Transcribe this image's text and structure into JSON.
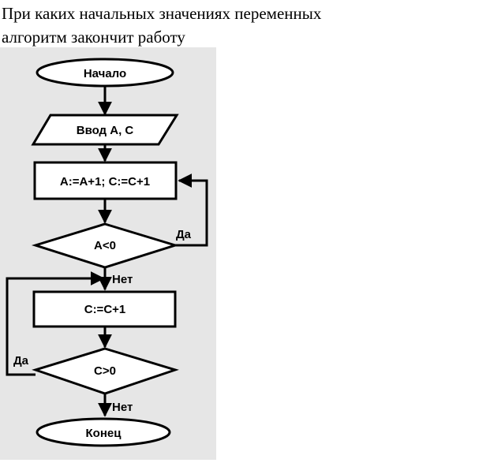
{
  "question": {
    "line1": "При каких начальных значениях переменных",
    "line2": "алгоритм закончит работу"
  },
  "flowchart": {
    "start": "Начало",
    "input": "Ввод A, C",
    "step1": "A:=A+1;  C:=C+1",
    "cond1": "A<0",
    "cond1_yes": "Да",
    "cond1_no": "Нет",
    "step2": "C:=C+1",
    "cond2": "C>0",
    "cond2_yes": "Да",
    "cond2_no": "Нет",
    "end": "Конец"
  },
  "colors": {
    "panel_background": "#e6e6e6",
    "shape_fill": "#ffffff",
    "line": "#000000"
  }
}
